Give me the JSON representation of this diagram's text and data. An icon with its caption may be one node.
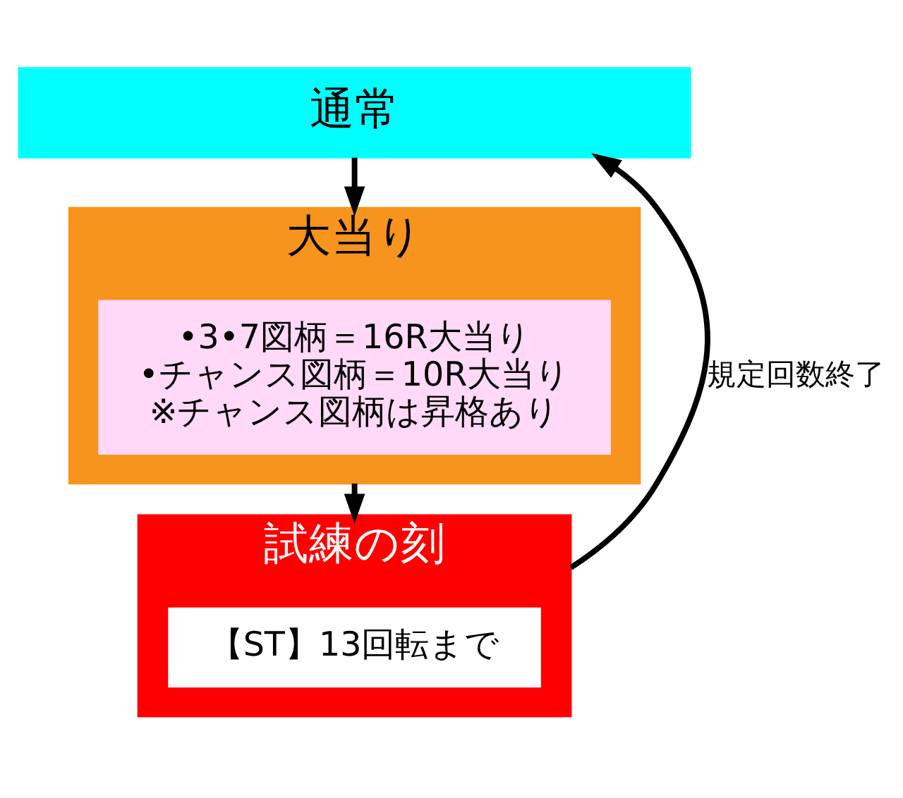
{
  "diagram": {
    "nodes": [
      {
        "text": [
          "通常"
        ]
      },
      {
        "text": [
          "大当り"
        ]
      },
      {
        "text": [
          "•3•7図柄＝16R大当り",
          "•チャンス図柄＝10R大当り",
          "※チャンス図柄は昇格あり"
        ],
        "in": 1
      },
      {
        "text": [
          "試練の刻"
        ]
      },
      {
        "text": [
          "【ST】13回転まで"
        ],
        "in": 3
      }
    ],
    "edges": [
      {
        "from": 0,
        "to": 1,
        "arrow": "to"
      },
      {
        "from": 1,
        "to": 3,
        "arrow": "to"
      },
      {
        "from": 3,
        "to": 0,
        "arrow": "to",
        "label": "規定回数終了"
      }
    ]
  }
}
